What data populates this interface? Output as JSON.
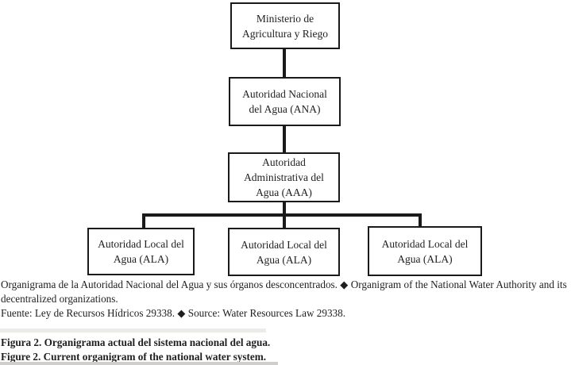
{
  "figure": {
    "nodes": {
      "ministerio": {
        "line1": "Ministerio de",
        "line2": "Agricultura y Riego"
      },
      "ana": {
        "line1": "Autoridad Nacional",
        "line2": "del Agua (ANA)"
      },
      "aaa": {
        "line1": "Autoridad",
        "line2": "Administrativa del",
        "line3": "Agua (AAA)"
      },
      "ala": {
        "line1": "Autoridad Local del",
        "line2": "Agua (ALA)"
      }
    },
    "caption_bilingual": "Organigrama de la Autoridad Nacional del Agua y sus órganos desconcentrados. ◆ Organigram of the National Water Authority and its decentralized organizations.",
    "source_bilingual": "Fuente: Ley de Recursos Hídricos 29338. ◆ Source: Water Resources Law 29338.",
    "figure_label_es": "Figura 2. Organigrama actual del sistema nacional del agua.",
    "figure_label_en": "Figure 2. Current organigram of the national water system.",
    "colors": {
      "line": "#1a1a1a",
      "text": "#1f1f1f",
      "background": "#ffffff"
    }
  }
}
